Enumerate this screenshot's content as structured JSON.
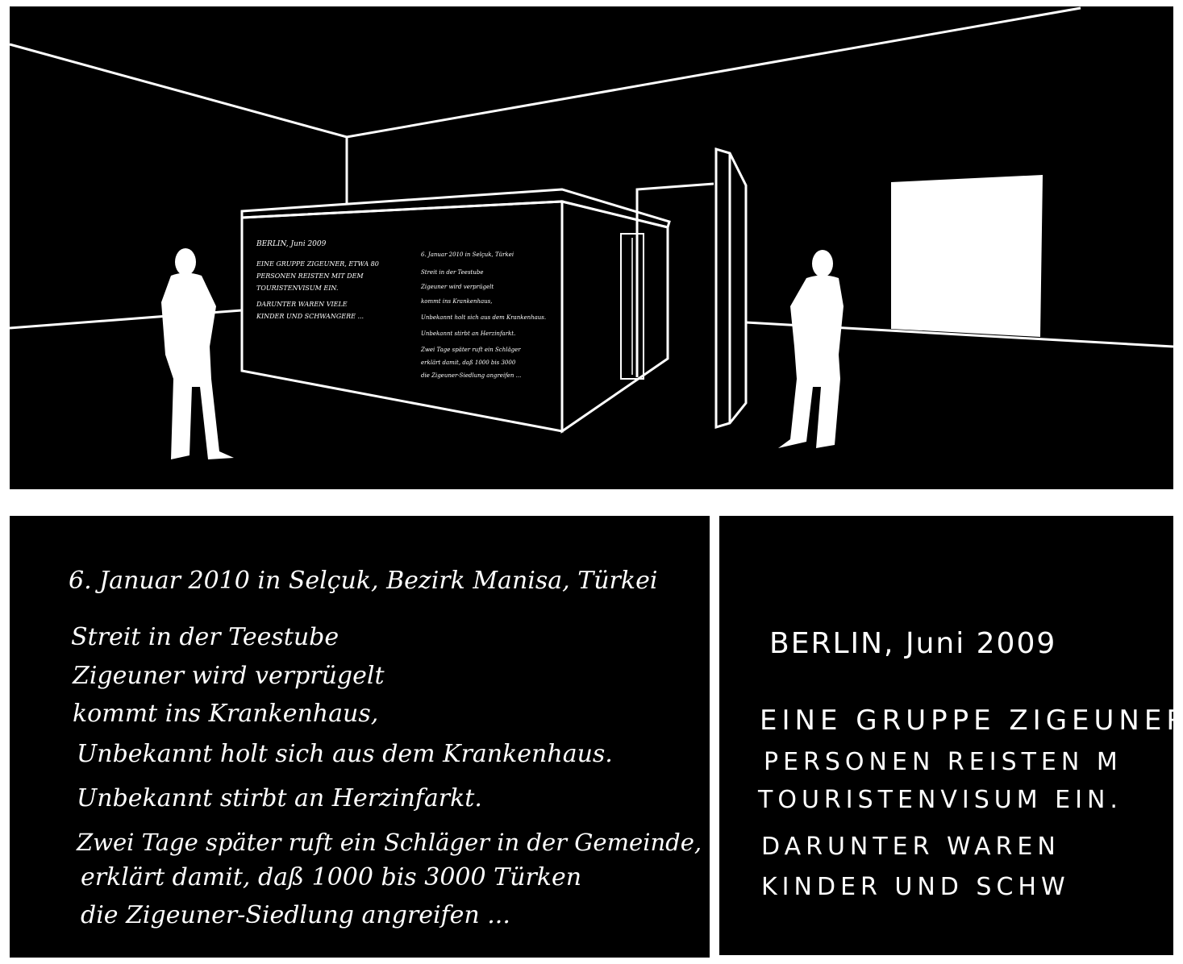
{
  "colors": {
    "background": "#000000",
    "lines": "#ffffff",
    "page": "#ffffff"
  },
  "left_panel": {
    "lines": [
      "6. Januar 2010 in Selçuk, Bezirk Manisa, Türkei",
      "Streit in der Teestube",
      "Zigeuner wird verprügelt",
      "kommt ins Krankenhaus,",
      "Unbekannt holt sich aus dem Krankenhaus.",
      "Unbekannt stirbt an Herzinfarkt.",
      "Zwei Tage später ruft ein Schläger in der Gemeinde,",
      "erklärt damit, daß 1000 bis 3000 Türken",
      "die Zigeuner-Siedlung angreifen ..."
    ]
  },
  "right_panel": {
    "lines": [
      "BERLIN, Juni 2009",
      "EINE GRUPPE ZIGEUNER",
      "PERSONEN REISTEN M",
      "TOURISTENVISUM EIN.",
      "DARUNTER WAREN",
      "KINDER UND SCHW"
    ]
  }
}
